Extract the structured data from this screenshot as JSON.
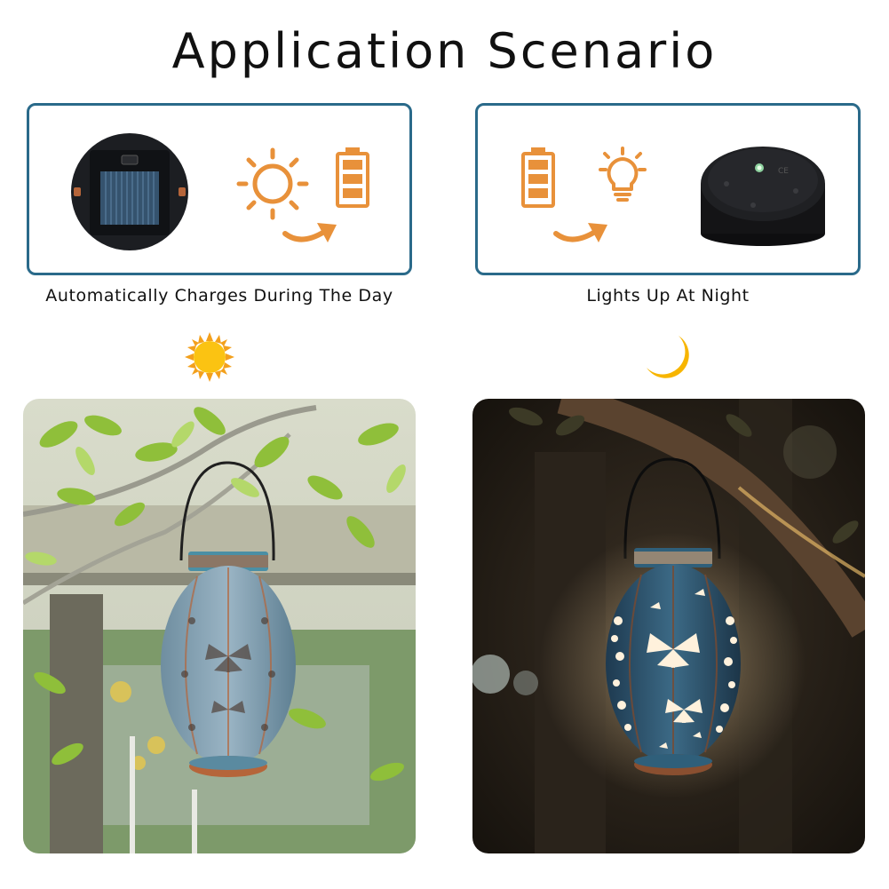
{
  "page": {
    "title": "Application Scenario"
  },
  "panels": {
    "left": {
      "caption": "Automatically Charges During The Day",
      "icons": [
        "solar-panel-photo",
        "sun-icon",
        "battery-icon",
        "arrow-icon"
      ]
    },
    "right": {
      "caption": "Lights Up At Night",
      "icons": [
        "battery-icon",
        "bulb-icon",
        "arrow-icon",
        "lamp-base-photo"
      ]
    }
  },
  "markers": {
    "day": "sun-icon",
    "night": "moon-icon"
  },
  "photos": {
    "day": "lantern-day-photo",
    "night": "lantern-night-photo"
  },
  "colors": {
    "accent_orange": "#e8913a",
    "panel_border": "#2a6a8a",
    "sun_yellow": "#f7b500",
    "lantern_blue": "#5b8fa8",
    "lantern_copper": "#b5653a"
  }
}
